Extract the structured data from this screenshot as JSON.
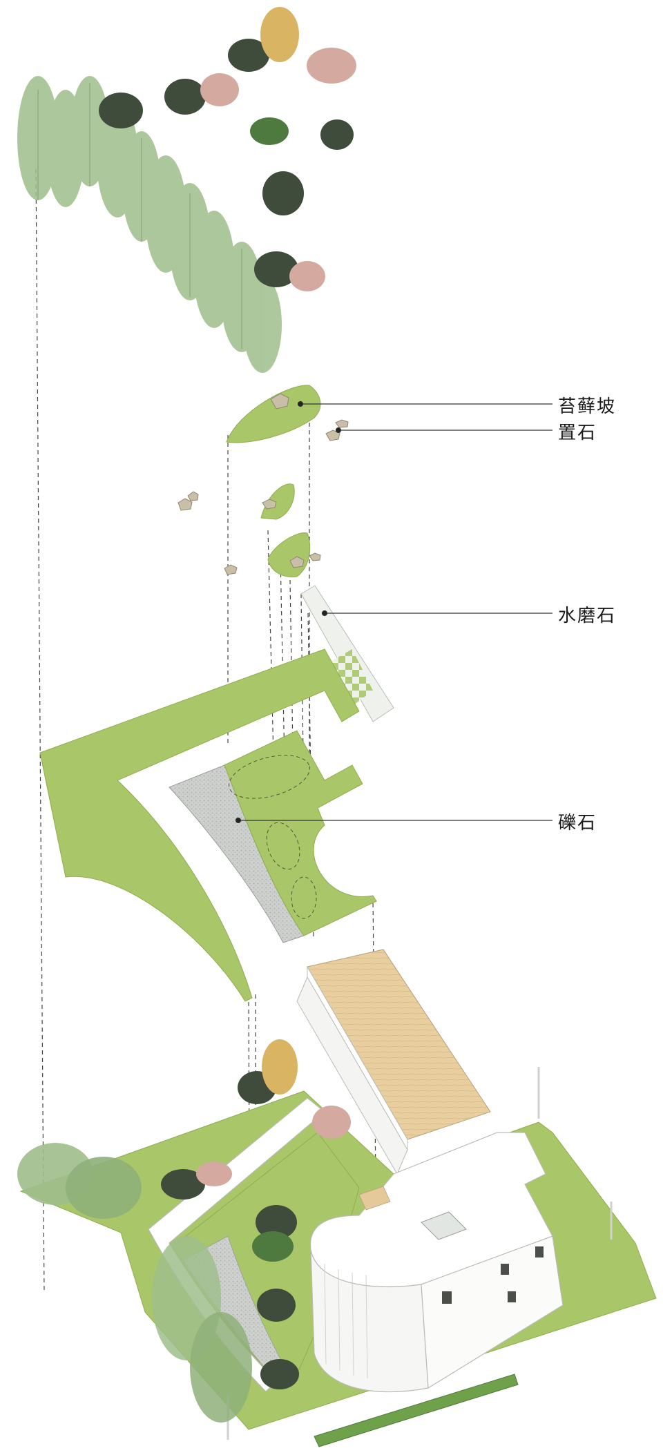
{
  "labels": {
    "moss_slope": "苔藓坡",
    "placed_stone": "置石",
    "terrazzo": "水磨石",
    "gravel": "礫石"
  },
  "colors": {
    "lawn": "#a9c668",
    "lawn_edge": "#8fae4f",
    "gravel": "#c9cbc9",
    "terrazzo": "#eef1ec",
    "wall": "#ffffff",
    "wall_line": "#b9bcb5",
    "wood": "#e6c99a",
    "tree_green": "#8fb07a",
    "tree_dark": "#3e4a3a",
    "tree_pink": "#d4aaa0",
    "tree_gold": "#d9b463",
    "stone": "#c9bfa8",
    "leader": "#333333"
  }
}
